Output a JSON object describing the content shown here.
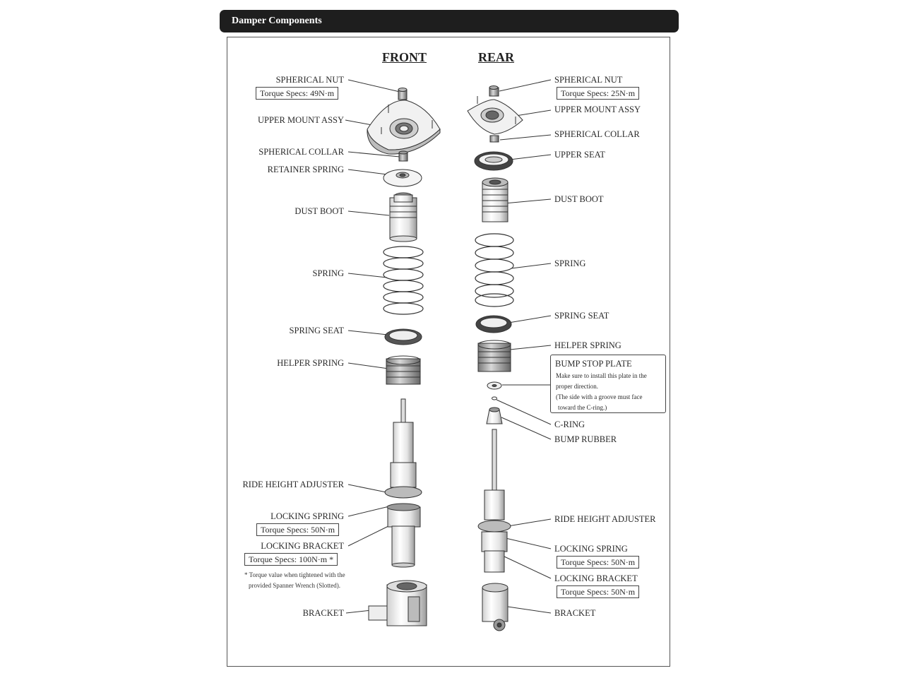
{
  "header": {
    "title": "Damper Components"
  },
  "front": {
    "title": "FRONT",
    "labels": {
      "spherical_nut": "SPHERICAL NUT",
      "upper_mount": "UPPER MOUNT ASSY",
      "spherical_collar": "SPHERICAL COLLAR",
      "retainer_spring": "RETAINER SPRING",
      "dust_boot": "DUST BOOT",
      "spring": "SPRING",
      "spring_seat": "SPRING SEAT",
      "helper_spring": "HELPER SPRING",
      "ride_height_adjuster": "RIDE HEIGHT ADJUSTER",
      "locking_spring": "LOCKING SPRING",
      "locking_bracket": "LOCKING BRACKET",
      "bracket": "BRACKET"
    },
    "specs": {
      "spherical_nut": "Torque Specs: 49N·m",
      "locking_spring": "Torque Specs: 50N·m",
      "locking_bracket": "Torque Specs: 100N·m *"
    },
    "footnote": {
      "line1": "* Torque value when tightened with the",
      "line2": "provided Spanner Wrench (Slotted)."
    }
  },
  "rear": {
    "title": "REAR",
    "labels": {
      "spherical_nut": "SPHERICAL NUT",
      "upper_mount": "UPPER MOUNT ASSY",
      "spherical_collar": "SPHERICAL COLLAR",
      "upper_seat": "UPPER SEAT",
      "dust_boot": "DUST BOOT",
      "spring": "SPRING",
      "spring_seat": "SPRING SEAT",
      "helper_spring": "HELPER SPRING",
      "bump_stop_plate": "BUMP STOP PLATE",
      "c_ring": "C-RING",
      "bump_rubber": "BUMP RUBBER",
      "ride_height_adjuster": "RIDE HEIGHT ADJUSTER",
      "locking_spring": "LOCKING SPRING",
      "locking_bracket": "LOCKING BRACKET",
      "bracket": "BRACKET"
    },
    "specs": {
      "spherical_nut": "Torque Specs: 25N·m",
      "locking_spring": "Torque Specs: 50N·m",
      "locking_bracket": "Torque Specs: 50N·m"
    },
    "bump_stop_note": {
      "line1": "Make sure to install this plate in the",
      "line2": "proper direction.",
      "line3": "(The side with a groove must face",
      "line4": "toward the C-ring.)"
    }
  }
}
